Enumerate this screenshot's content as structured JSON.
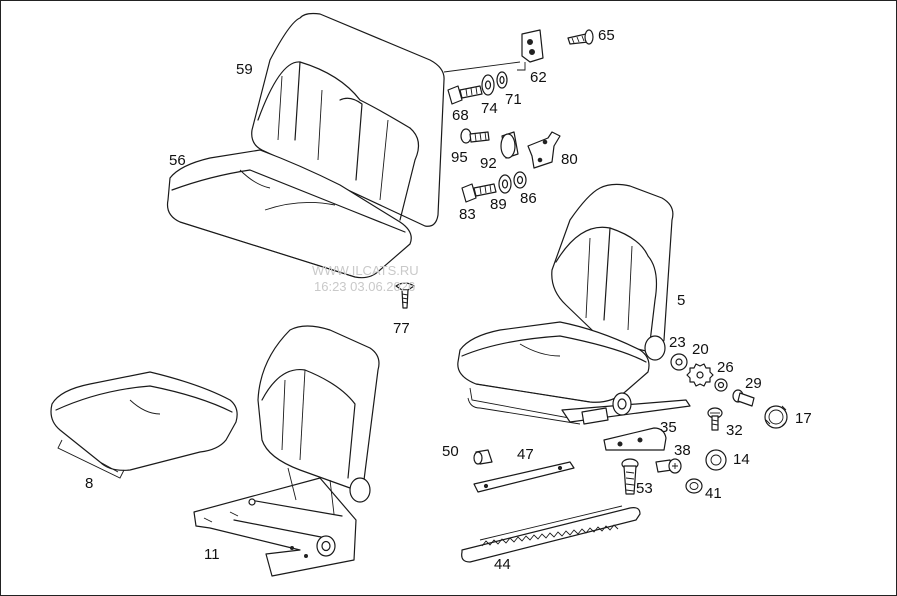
{
  "labels": {
    "p5": "5",
    "p8": "8",
    "p11": "11",
    "p14": "14",
    "p17": "17",
    "p20": "20",
    "p23": "23",
    "p26": "26",
    "p29": "29",
    "p32": "32",
    "p35": "35",
    "p38": "38",
    "p41": "41",
    "p44": "44",
    "p47": "47",
    "p50": "50",
    "p53": "53",
    "p56": "56",
    "p59": "59",
    "p62": "62",
    "p65": "65",
    "p68": "68",
    "p71": "71",
    "p74": "74",
    "p77": "77",
    "p80": "80",
    "p83": "83",
    "p86": "86",
    "p89": "89",
    "p92": "92",
    "p95": "95"
  },
  "watermark": {
    "line1": "WWW.ILCATS.RU",
    "line2": "16:23 03.06.2026"
  }
}
